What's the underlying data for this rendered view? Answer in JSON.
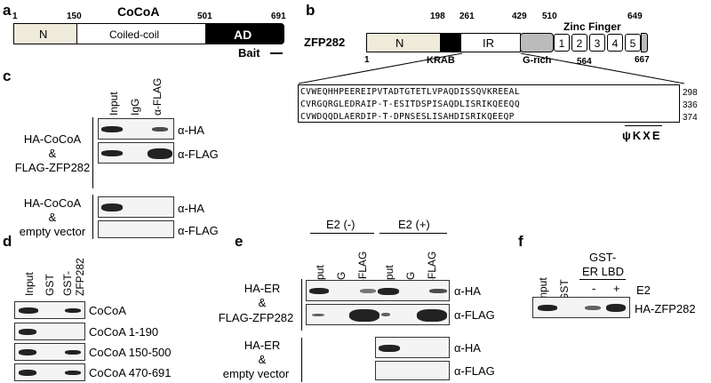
{
  "panels": {
    "a": "a",
    "b": "b",
    "c": "c",
    "d": "d",
    "e": "e",
    "f": "f"
  },
  "panel_a": {
    "title": "CoCoA",
    "positions": [
      "1",
      "150",
      "501",
      "691"
    ],
    "domains": [
      "N",
      "Coiled-coil",
      "AD"
    ],
    "bait": "Bait"
  },
  "panel_b": {
    "title": "ZFP282",
    "positions_top": [
      "198",
      "261",
      "429",
      "510",
      "649"
    ],
    "zinc_label": "Zinc Finger",
    "domains": [
      "N",
      "IR"
    ],
    "zinc_numbers": [
      "1",
      "2",
      "3",
      "4",
      "5"
    ],
    "positions_bottom": [
      "1",
      "564",
      "667"
    ],
    "krab": "KRAB",
    "grich": "G-rich",
    "seq_rows": [
      {
        "seq": "CVWEQHHPEEREIPVTADTGTETLVPAQDISSQVKREEAL",
        "num": "298"
      },
      {
        "seq": "CVRGQRGLEDRAIP-T-ESITDSPISAQDLISRIKQEEQQ",
        "num": "336"
      },
      {
        "seq": "CVWDQQDLAERDIP-T-DPNSESLISAHDISRIKQEEQP",
        "num": "374"
      }
    ],
    "motif": "ψKXE"
  },
  "panel_c": {
    "lanes": [
      "Input",
      "IgG",
      "α-FLAG"
    ],
    "group1": [
      "HA-CoCoA",
      "&",
      "FLAG-ZFP282"
    ],
    "group2": [
      "HA-CoCoA",
      "&",
      "empty vector"
    ],
    "antibodies": [
      "α-HA",
      "α-FLAG",
      "α-HA",
      "α-FLAG"
    ]
  },
  "panel_d": {
    "lanes": [
      "Input",
      "GST",
      "GST-",
      "ZFP282"
    ],
    "rows": [
      "CoCoA",
      "CoCoA 1-190",
      "CoCoA 150-500",
      "CoCoA 470-691"
    ]
  },
  "panel_e": {
    "conditions": [
      "E2 (-)",
      "E2 (+)"
    ],
    "lanes": [
      "Input",
      "IgG",
      "α-FLAG",
      "Input",
      "IgG",
      "α-FLAG"
    ],
    "group1": [
      "HA-ER",
      "&",
      "FLAG-ZFP282"
    ],
    "group2": [
      "HA-ER",
      "&",
      "empty vector"
    ],
    "antibodies": [
      "α-HA",
      "α-FLAG",
      "α-HA",
      "α-FLAG"
    ]
  },
  "panel_f": {
    "header": [
      "GST-",
      "ER LBD"
    ],
    "lanes": [
      "Input",
      "GST"
    ],
    "signs": [
      "-",
      "+"
    ],
    "e2": "E2",
    "row": "HA-ZFP282"
  }
}
